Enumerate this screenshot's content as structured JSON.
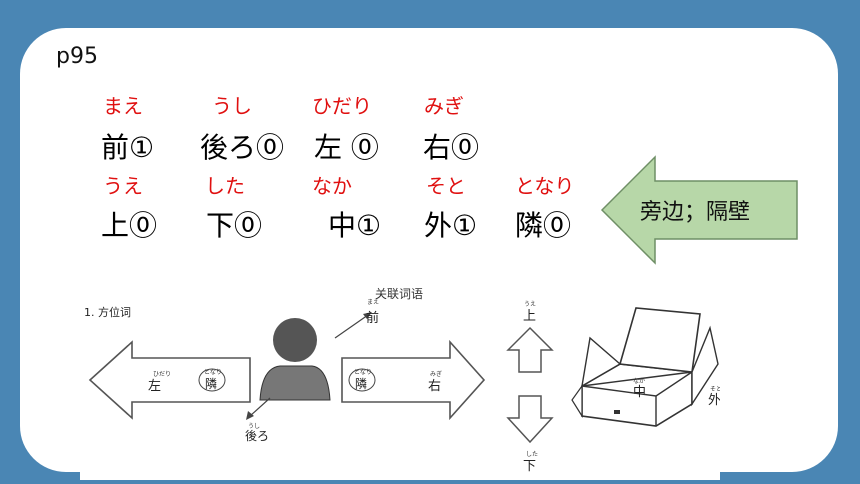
{
  "page_ref": "p95",
  "vocab_rows": [
    [
      {
        "reading": "まえ",
        "word": "前①"
      },
      {
        "reading": "うし",
        "word": "後ろ⓪"
      },
      {
        "reading": "ひだり",
        "word": "左 ⓪"
      },
      {
        "reading": "みぎ",
        "word": "右⓪"
      }
    ],
    [
      {
        "reading": "うえ",
        "word": "上⓪"
      },
      {
        "reading": "した",
        "word": "下⓪"
      },
      {
        "reading": "なか",
        "word": "中①"
      },
      {
        "reading": "そと",
        "word": "外①"
      },
      {
        "reading": "となり",
        "word": "隣⓪"
      }
    ]
  ],
  "callout": {
    "text": "旁边；隔壁",
    "color": "#b7d7a8"
  },
  "figure": {
    "heading": "1. 方位词",
    "related_words": "关联词语",
    "labels": {
      "mae": "前",
      "mae_ruby": "まえ",
      "hidari": "左",
      "hidari_ruby": "ひだり",
      "tonari": "隣",
      "tonari_ruby": "となり",
      "migi": "右",
      "migi_ruby": "みぎ",
      "ushiro": "後ろ",
      "ushiro_ruby": "うし",
      "ue": "上",
      "ue_ruby": "うえ",
      "shita": "下",
      "shita_ruby": "した",
      "naka": "中",
      "naka_ruby": "なか",
      "soto": "外",
      "soto_ruby": "そと"
    }
  },
  "colors": {
    "background": "#4a86b4",
    "reading": "#e01010"
  }
}
